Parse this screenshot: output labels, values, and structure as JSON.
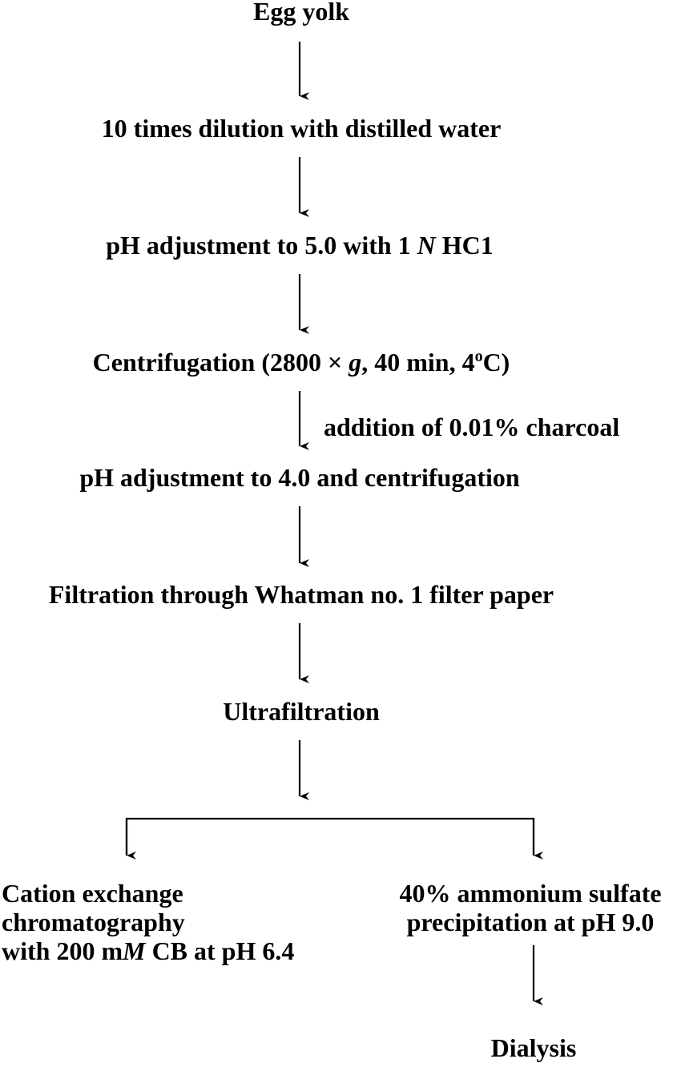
{
  "steps": {
    "egg_yolk": "Egg yolk",
    "dilution": "10 times dilution with distilled water",
    "ph5_pre": "pH adjustment to 5.0 with 1 ",
    "ph5_n": "N",
    "ph5_post": " HC1",
    "cent_pre": "Centrifugation (2800 × ",
    "cent_g": "g",
    "cent_mid": ", 40 min, 4",
    "cent_sup": "o",
    "cent_post": "C)",
    "charcoal": "addition of 0.01% charcoal",
    "ph4": "pH adjustment to 4.0 and centrifugation",
    "filtration": "Filtration through Whatman no. 1 filter paper",
    "ultrafiltration": "Ultrafiltration",
    "dialysis": "Dialysis"
  },
  "left_branch": {
    "line1": "Cation exchange",
    "line2": "chromatography",
    "line3_pre": "with 200 m",
    "line3_m": "M",
    "line3_post": " CB at pH 6.4"
  },
  "right_branch": {
    "line1": "40% ammonium sulfate",
    "line2": "precipitation at pH 9.0"
  }
}
